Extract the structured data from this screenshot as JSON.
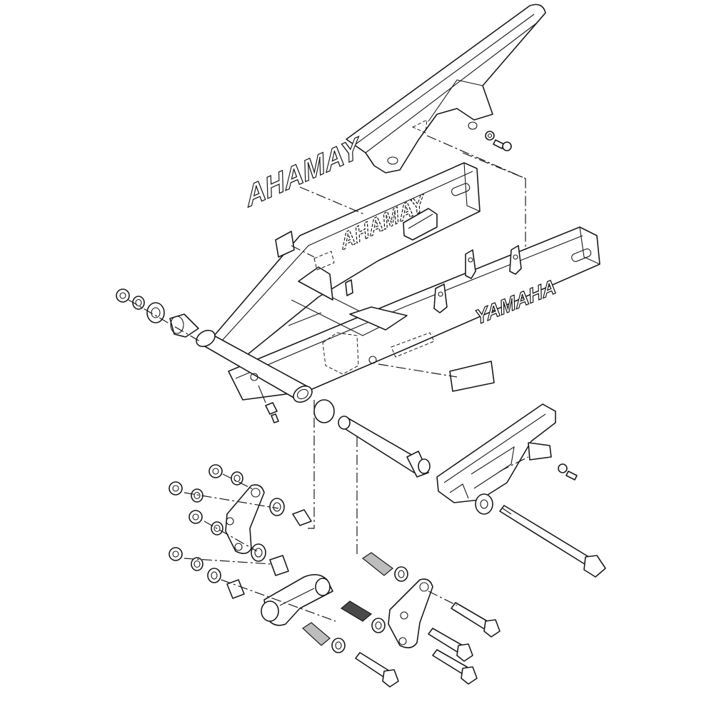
{
  "decals": {
    "loose_decal": "AHAMAY",
    "arm_top_decal": "AHAMAY",
    "arm_side_decal": "YAMAHA"
  },
  "colors": {
    "line": "#1a1a1a",
    "fill": "#ffffff",
    "shade": "#bdbdbd",
    "dark": "#4a4a4a"
  }
}
